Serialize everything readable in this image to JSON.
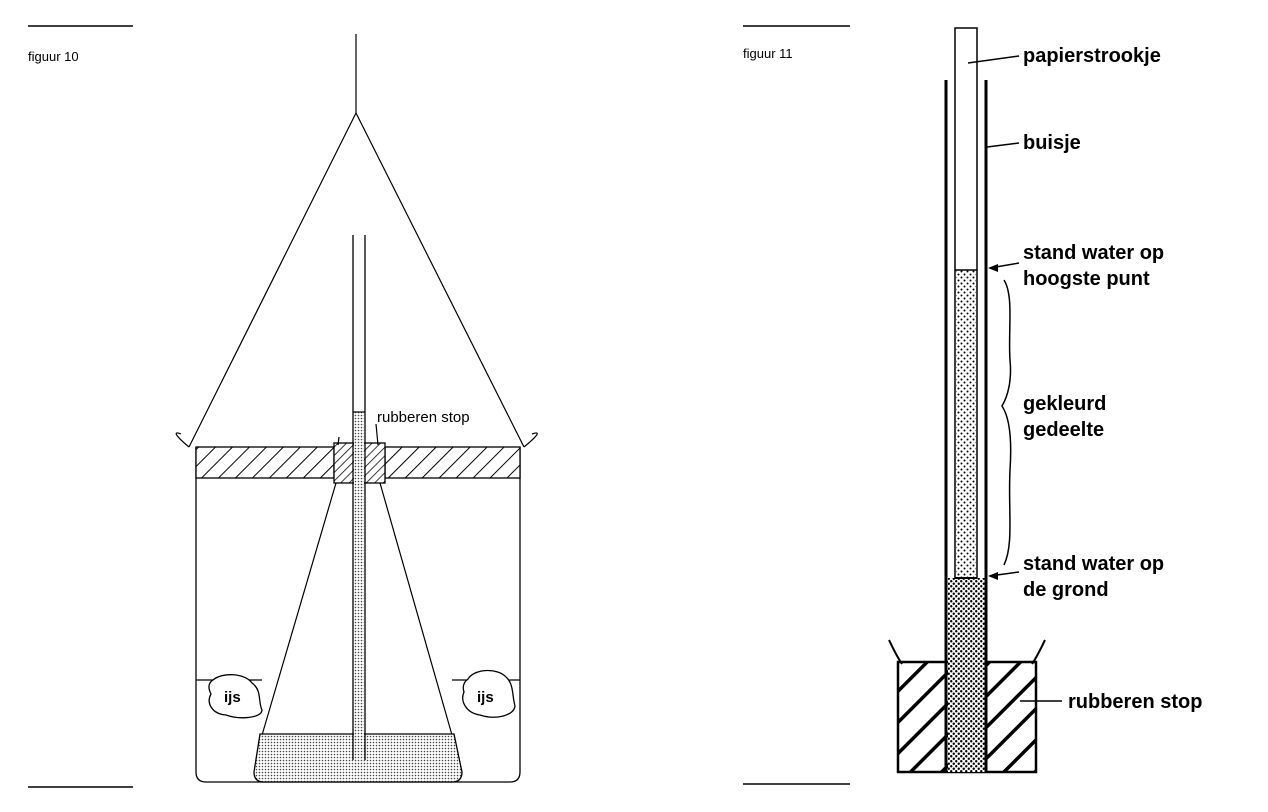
{
  "figure10": {
    "caption": "figuur 10",
    "stopper_label": "rubberen stop",
    "ice_left": "ijs",
    "ice_right": "ijs"
  },
  "figure11": {
    "caption": "figuur 11",
    "paper_strip": "papierstrookje",
    "tube": "buisje",
    "water_top_line1": "stand water op",
    "water_top_line2": "hoogste punt",
    "colored_line1": "gekleurd",
    "colored_line2": "gedeelte",
    "water_ground_line1": "stand water op",
    "water_ground_line2": "de grond",
    "stopper": "rubberen stop"
  }
}
